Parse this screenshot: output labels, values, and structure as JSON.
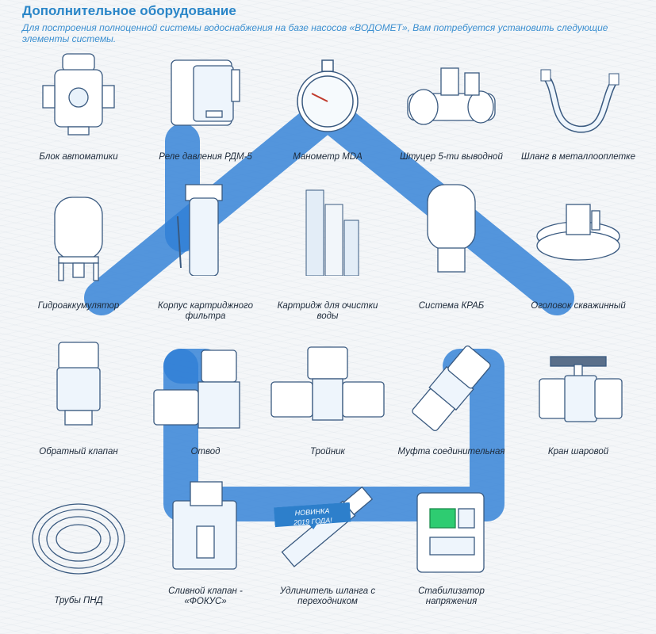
{
  "header": {
    "title": "Дополнительное оборудование",
    "intro": "Для построения полноценной системы водоснабжения на базе насосов «ВОДОМЕТ», Вам потребуется установить следующие элементы системы."
  },
  "badge": {
    "line1": "НОВИНКА",
    "line2": "2019 ГОДА!"
  },
  "items": [
    {
      "label": "Блок автоматики",
      "icon": "automation-block-icon"
    },
    {
      "label": "Реле давления РДМ-5",
      "icon": "pressure-relay-icon"
    },
    {
      "label": "Манометр MDA",
      "icon": "manometer-icon"
    },
    {
      "label": "Штуцер 5-ти выводной",
      "icon": "five-outlet-fitting-icon"
    },
    {
      "label": "Шланг в металлооплетке",
      "icon": "braided-hose-icon"
    },
    {
      "label": "Гидроаккумулятор",
      "icon": "hydroaccumulator-icon"
    },
    {
      "label": "Корпус картриджного фильтра",
      "icon": "filter-housing-icon"
    },
    {
      "label": "Картридж для очистки воды",
      "icon": "water-cartridge-icon"
    },
    {
      "label": "Система КРАБ",
      "icon": "krab-system-icon"
    },
    {
      "label": "Оголовок скважинный",
      "icon": "well-head-icon"
    },
    {
      "label": "Обратный клапан",
      "icon": "check-valve-icon"
    },
    {
      "label": "Отвод",
      "icon": "elbow-fitting-icon"
    },
    {
      "label": "Тройник",
      "icon": "tee-fitting-icon"
    },
    {
      "label": "Муфта соединительная",
      "icon": "coupling-icon"
    },
    {
      "label": "Кран шаровой",
      "icon": "ball-valve-icon"
    },
    {
      "label": "Трубы ПНД",
      "icon": "hdpe-pipe-coil-icon"
    },
    {
      "label": "Сливной клапан - «ФОКУС»",
      "icon": "drain-valve-icon"
    },
    {
      "label": "Удлинитель шланга с переходником",
      "icon": "hose-extender-icon"
    },
    {
      "label": "Стабилизатор напряжения",
      "icon": "voltage-stabilizer-icon"
    }
  ],
  "colors": {
    "accent": "#2a86c8",
    "house": "#2f7fd6"
  }
}
